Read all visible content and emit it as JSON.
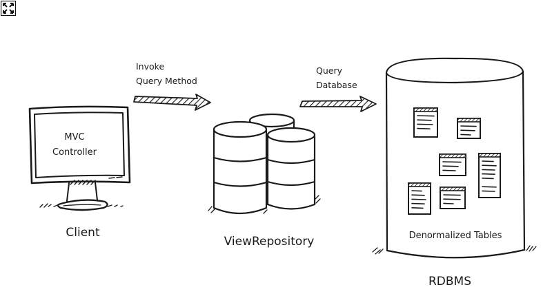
{
  "toolbar": {
    "expand_icon": "expand-icon"
  },
  "diagram": {
    "client": {
      "screen_line1": "MVC",
      "screen_line2": "Controller",
      "label": "Client"
    },
    "arrow1": {
      "line1": "Invoke",
      "line2": "Query Method"
    },
    "repository": {
      "label": "ViewRepository"
    },
    "arrow2": {
      "line1": "Query",
      "line2": "Database"
    },
    "rdbms": {
      "inner_label": "Denormalized Tables",
      "label": "RDBMS",
      "table_count": 6
    }
  },
  "colors": {
    "ink": "#1a1a1a",
    "background": "#ffffff"
  }
}
